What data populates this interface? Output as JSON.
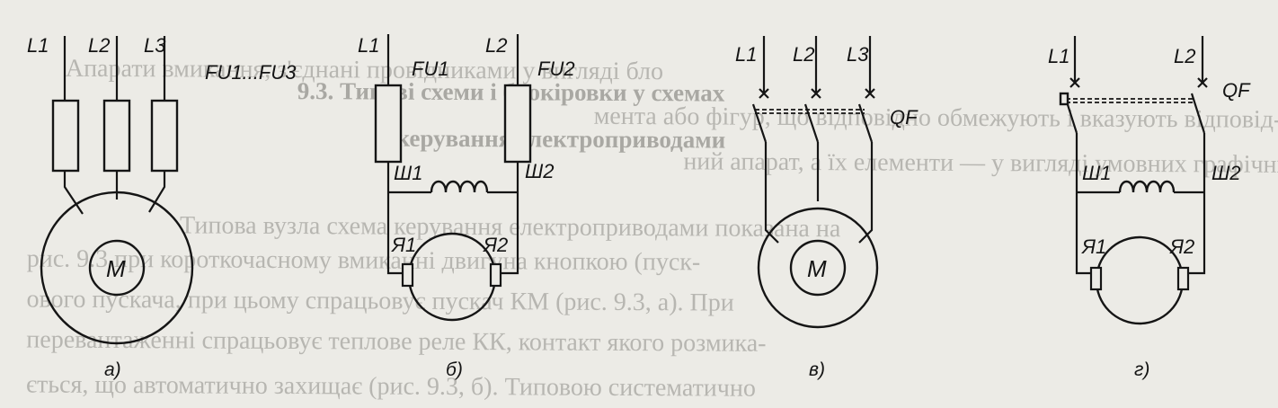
{
  "background_text": {
    "heading_line1": "9.3. Типові схеми і блокіровки у схемах",
    "heading_line2": "керування електроприводами",
    "line1": "Апарати вмикання, з'єднані провідниками у вигляді бло",
    "line2": "мента або фігур, що відповідно обмежують і вказують відповід-",
    "line3": "ний апарат, а їх елементи — у вигляді умовних графічних позначень",
    "line4": "Типова вузла схема керування електроприводами показана на",
    "line5": "рис. 9.3 при короткочасному вмиканні двигуна кнопкою (пуск-",
    "line6": "ового пускача, при цьому спрацьовує пускач КМ (рис. 9.3, а). При",
    "line7": "перевантаженні спрацьовує теплове реле КК, контакт якого розмика-",
    "line8": "ється, що автоматично захищає (рис. 9.3, б). Типовою систематично"
  },
  "diagram_a": {
    "phases": [
      "L1",
      "L2",
      "L3"
    ],
    "fuse_label": "FU1...FU3",
    "motor": "M",
    "caption": "а)"
  },
  "diagram_b": {
    "phases": [
      "L1",
      "L2"
    ],
    "fuse_labels": [
      "FU1",
      "FU2"
    ],
    "field_terminals": [
      "Ш1",
      "Ш2"
    ],
    "armature_terminals": [
      "Я1",
      "Я2"
    ],
    "caption": "б)"
  },
  "diagram_v": {
    "phases": [
      "L1",
      "L2",
      "L3"
    ],
    "breaker_label": "QF",
    "motor": "M",
    "caption": "в)"
  },
  "diagram_g": {
    "phases": [
      "L1",
      "L2"
    ],
    "breaker_label": "QF",
    "field_terminals": [
      "Ш1",
      "Ш2"
    ],
    "armature_terminals": [
      "Я1",
      "Я2"
    ],
    "caption": "г)"
  }
}
